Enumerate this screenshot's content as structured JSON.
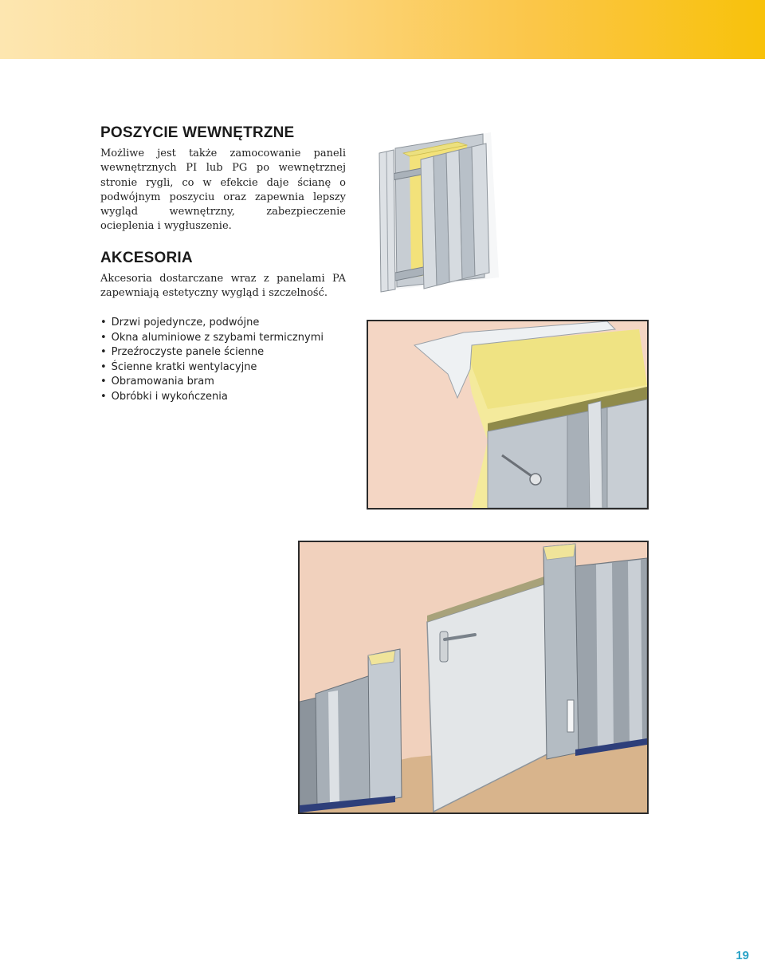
{
  "section1": {
    "title": "POSZYCIE WEWNĘTRZNE",
    "body": "Możliwe jest także zamocowanie paneli wewnętrznych PI lub PG po wewnętrznej stronie rygli, co w efekcie daje ścianę o podwójnym poszyciu oraz zapewnia lepszy wygląd wewnętrzny, zabezpieczenie ocieplenia i wygłuszenie."
  },
  "section2": {
    "title": "AKCESORIA",
    "body": "Akcesoria dostarczane wraz z panelami PA zapewniają estetyczny wygląd i szczelność.",
    "items": [
      "Drzwi pojedyncze, podwójne",
      "Okna aluminiowe z szybami termicznymi",
      "Przeźroczyste panele ścienne",
      "Ścienne kratki wentylacyjne",
      "Obramowania bram",
      "Obróbki i wykończenia"
    ]
  },
  "page_number": "19",
  "colors": {
    "band_start": "#fde6b0",
    "band_end": "#f8c20a",
    "page_number": "#2aa3c7",
    "insulation": "#f3e27a",
    "panel": "#b9c1c9",
    "floor": "#d8b48c",
    "wall": "#f1d1bd"
  }
}
